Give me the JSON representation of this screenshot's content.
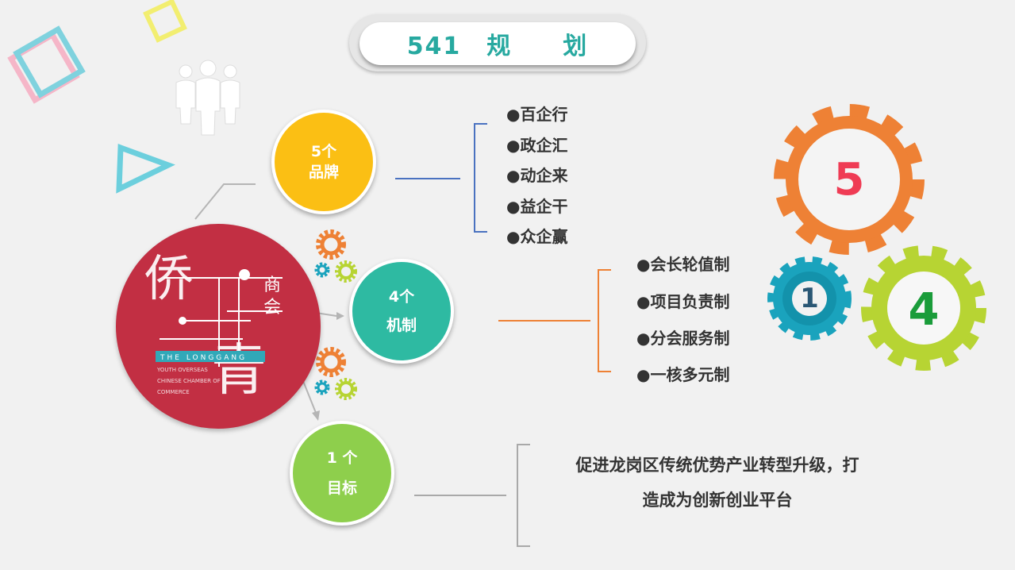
{
  "title": "541　规　　划",
  "logo": {
    "big_chars": [
      "侨",
      "青"
    ],
    "side_chars": [
      "商",
      "会"
    ],
    "band_text": "THE LONGGANG",
    "sub_lines": [
      "YOUTH OVERSEAS",
      "CHINESE CHAMBER OF",
      "COMMERCE"
    ]
  },
  "brands": {
    "line1": "5个",
    "line2": "品牌",
    "items": [
      "●百企行",
      "●政企汇",
      "●动企来",
      "●益企干",
      "●众企赢"
    ]
  },
  "mechanisms": {
    "line1": "4个",
    "line2": "机制",
    "items": [
      "●会长轮值制",
      "●项目负责制",
      "●分会服务制",
      "●一核多元制"
    ]
  },
  "goal": {
    "line1": "1 个",
    "line2": "目标",
    "text_line1": "促进龙岗区传统优势产业转型升级，打",
    "text_line2": "造成为创新创业平台"
  },
  "gears": {
    "big": "5",
    "mid": "4",
    "small": "1"
  },
  "colors": {
    "title_text": "#27a9a0",
    "yellow": "#fbbf14",
    "teal": "#2ebaa2",
    "green": "#8ecf4c",
    "red": "#c22f43",
    "gear_orange": "#ee8135",
    "gear_lime": "#b7d433",
    "gear_blue": "#1aa3bd",
    "num5": "#ef3b54",
    "num4": "#1a9c3a",
    "num1": "#2a5774"
  }
}
